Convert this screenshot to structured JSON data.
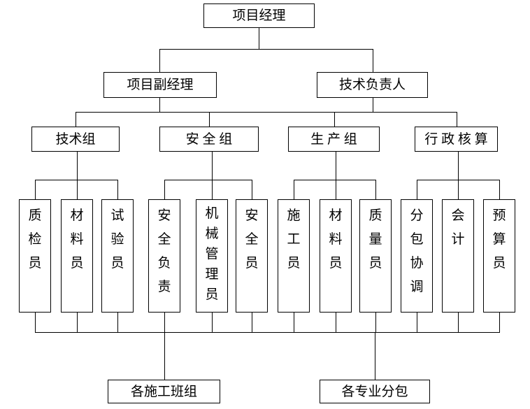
{
  "org": {
    "root": {
      "label": "项目经理"
    },
    "managers": [
      {
        "label": "项目副经理"
      },
      {
        "label": "技术负责人"
      }
    ],
    "groups": [
      {
        "label": "技术组",
        "members": [
          {
            "label": "质检员"
          },
          {
            "label": "材料员"
          },
          {
            "label": "试验员"
          }
        ]
      },
      {
        "label": "安 全 组",
        "members": [
          {
            "label": "安全负责"
          },
          {
            "label": "机械管理员"
          },
          {
            "label": "安全员"
          }
        ]
      },
      {
        "label": "生 产 组",
        "members": [
          {
            "label": "施工员"
          },
          {
            "label": "材料员"
          },
          {
            "label": "质量员"
          }
        ]
      },
      {
        "label": "行 政 核 算",
        "members": [
          {
            "label": "分包协调"
          },
          {
            "label": "会计"
          },
          {
            "label": "预算员"
          }
        ]
      }
    ],
    "bottom": [
      {
        "label": "各施工班组"
      },
      {
        "label": "各专业分包"
      }
    ]
  },
  "colors": {
    "line": "#000000",
    "background": "#ffffff",
    "text": "#000000"
  }
}
